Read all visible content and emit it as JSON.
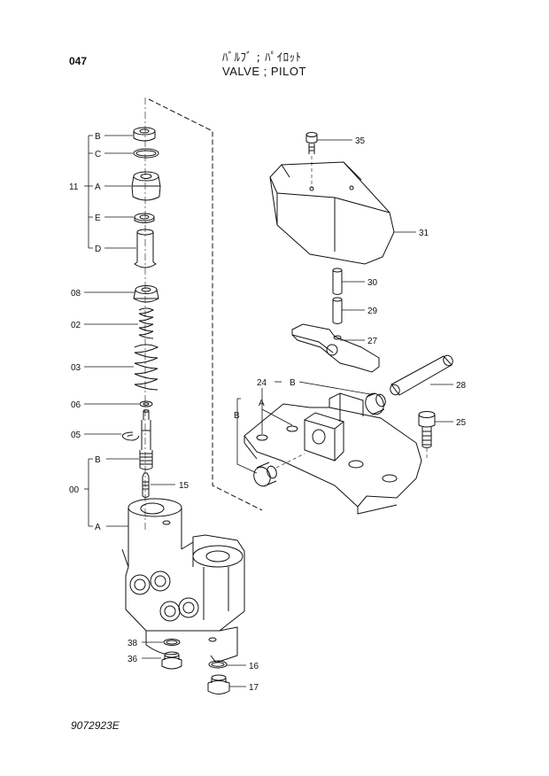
{
  "header": {
    "page_number": "047",
    "title_jp": "ﾊﾞﾙﾌﾞ ; ﾊﾟｲﾛｯﾄ",
    "title_en": "VALVE ; PILOT"
  },
  "footer": {
    "drawing_code": "9072923E"
  },
  "callouts": {
    "c35": "35",
    "c31": "31",
    "c30": "30",
    "c29": "29",
    "c27": "27",
    "c28": "28",
    "c25": "25",
    "c24": "24",
    "c24_b": "B",
    "c24_a": "A",
    "c24_b2": "B",
    "c11": "11",
    "c11_b": "B",
    "c11_c": "C",
    "c11_a": "A",
    "c11_e": "E",
    "c11_d": "D",
    "c08": "08",
    "c02": "02",
    "c03": "03",
    "c06": "06",
    "c05": "05",
    "c00": "00",
    "c00_b": "B",
    "c00_a": "A",
    "c15": "15",
    "c38": "38",
    "c36": "36",
    "c16": "16",
    "c17": "17"
  }
}
